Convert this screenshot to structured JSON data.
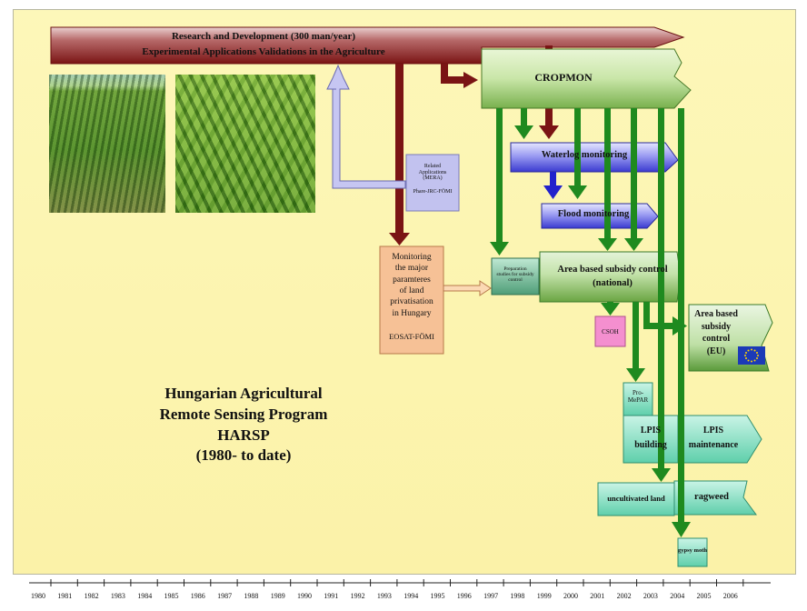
{
  "banner": {
    "line1": "Research and Development  (300 man/year)",
    "line2": "Experimental Applications Validations in the Agriculture"
  },
  "boxes": {
    "cropmon": "CROPMON",
    "waterlog": "Waterlog monitoring",
    "flood": "Flood monitoring",
    "related_apps": [
      "Related",
      "Applications",
      "(MERA)",
      "Phare-JRC-FÖMI"
    ],
    "monitoring_lines": [
      "Monitoring",
      "the major",
      "paramteres",
      "of land",
      "privatisation",
      "in Hungary"
    ],
    "eosat": "EOSAT-FÖMI",
    "prep": [
      "Preparation",
      "studies for subsidy",
      "control"
    ],
    "area_national": [
      "Area based subsidy control",
      "(national)"
    ],
    "csoh": "CSOH",
    "area_eu": [
      "Area based",
      "subsidy",
      "control",
      "(EU)"
    ],
    "pro_mepar": [
      "Pro-",
      "MePAR"
    ],
    "lpis_building": [
      "LPIS",
      "building"
    ],
    "lpis_maintenance": [
      "LPIS",
      "maintenance"
    ],
    "uncultivated": "uncultivated land",
    "ragweed": "ragweed",
    "gypsy": "gypsy moth"
  },
  "title": {
    "line1": "Hungarian Agricultural",
    "line2": "Remote Sensing Program",
    "line3": "HARSP",
    "line4": "(1980- to date)"
  },
  "timeline": {
    "years": [
      "1980",
      "1981",
      "1982",
      "1983",
      "1984",
      "1985",
      "1986",
      "1987",
      "1988",
      "1989",
      "1990",
      "1991",
      "1992",
      "1993",
      "1994",
      "1995",
      "1996",
      "1997",
      "1998",
      "1999",
      "2000",
      "2001",
      "2002",
      "2003",
      "2004",
      "2005",
      "2006"
    ]
  },
  "colors": {
    "dark_red": "#7a1414",
    "green": "#1f8a1f",
    "blue": "#3a3ad0",
    "lavender": "#b9b9ee",
    "peach": "#f6c196",
    "pink": "#f48fcf"
  }
}
